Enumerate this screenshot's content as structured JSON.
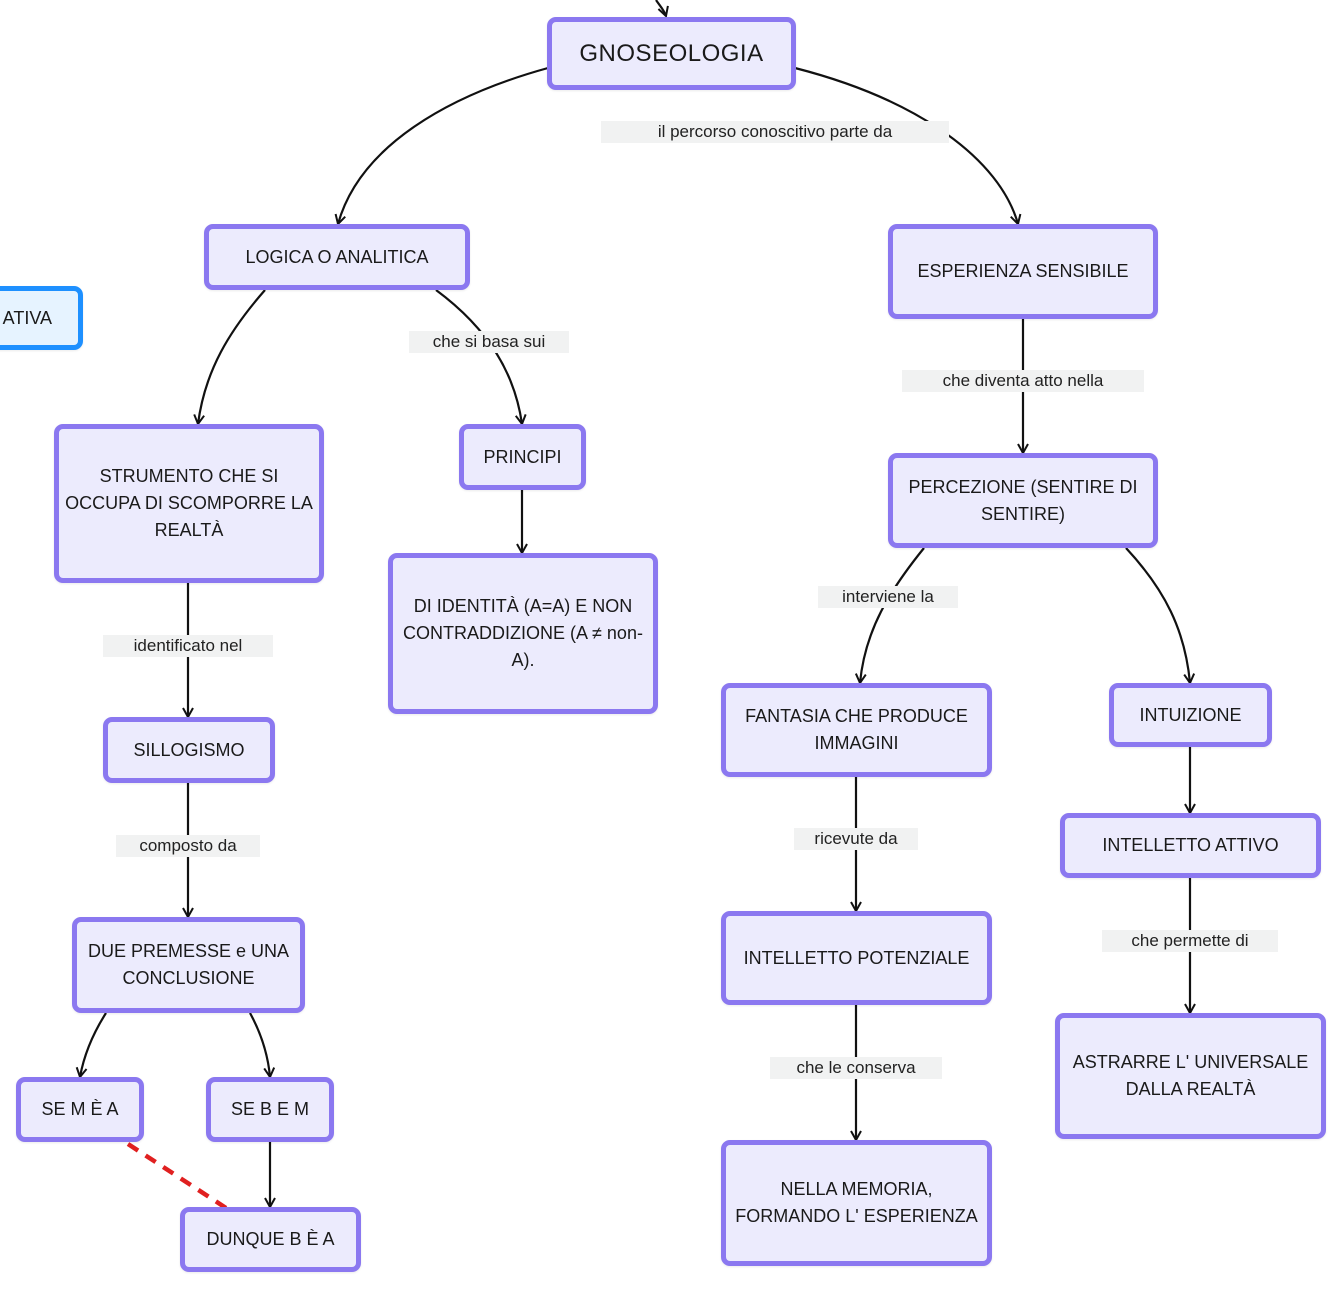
{
  "colors": {
    "node_fill": "#ecebfd",
    "node_border": "#8b78f0",
    "side_node_border": "#1e90ff",
    "edge": "#111111",
    "dashed_link": "#e02020",
    "label_bg": "#f1f2f2"
  },
  "nodes": {
    "gnoseologia": "GNOSEOLOGIA",
    "logica": "LOGICA O ANALITICA",
    "esperienza": "ESPERIENZA SENSIBILE",
    "strumento": "STRUMENTO CHE SI OCCUPA DI SCOMPORRE LA REALTÀ",
    "principi": "PRINCIPI",
    "identita": "DI IDENTITÀ (A=A) E NON CONTRADDIZIONE (A ≠ non-A).",
    "percezione": "PERCEZIONE (SENTIRE DI SENTIRE)",
    "sillogismo": "SILLOGISMO",
    "fantasia": "FANTASIA CHE PRODUCE IMMAGINI",
    "intuizione": "INTUIZIONE",
    "premesse": "DUE PREMESSE e UNA CONCLUSIONE",
    "intelletto_attivo": "INTELLETTO ATTIVO",
    "intelletto_potenziale": "INTELLETTO POTENZIALE",
    "astrarre": "ASTRARRE L' UNIVERSALE DALLA REALTÀ",
    "se_m_e_a": "SE M È A",
    "se_b_e_m": "SE B E M",
    "dunque": "DUNQUE B È A",
    "memoria": "NELLA MEMORIA, FORMANDO L' ESPERIENZA",
    "side_partial": "ATIVA"
  },
  "labels": {
    "percorso": "il percorso conoscitivo parte da",
    "basa": "che si basa sui",
    "diventa": "che diventa atto nella",
    "interviene": "interviene la",
    "identificato": "identificato nel",
    "composto": "composto da",
    "ricevute": "ricevute da",
    "permette": "che permette di",
    "conserva": "che le conserva"
  }
}
